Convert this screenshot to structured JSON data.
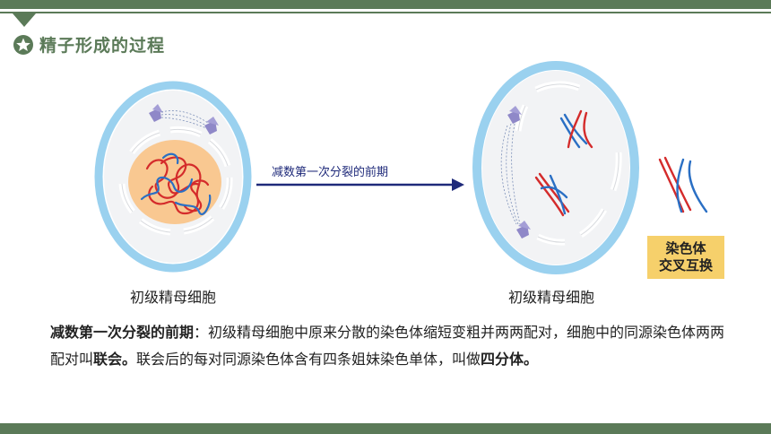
{
  "header": {
    "title": "精子形成的过程",
    "icon": "star-icon"
  },
  "left_cell": {
    "label": "初级精母细胞"
  },
  "right_cell": {
    "label": "初级精母细胞"
  },
  "arrow": {
    "label": "减数第一次分裂的前期"
  },
  "crossover": {
    "line1": "染色体",
    "line2": "交叉互换"
  },
  "description": {
    "term": "减数第一次分裂的前期",
    "part1": "：初级精母细胞中原来分散的染色体缩短变粗并两两配对，细胞中的同源染色体两两配对叫",
    "synapsis": "联会。",
    "part2": "联会后的每对同源染色体含有四条姐妹染色单体，叫做",
    "tetrad": "四分体。"
  },
  "colors": {
    "accent": "#5b7a58",
    "arrow": "#1f2a7a",
    "red": "#d42b2b",
    "blue": "#2a6fc4",
    "box": "#f6d06b"
  }
}
